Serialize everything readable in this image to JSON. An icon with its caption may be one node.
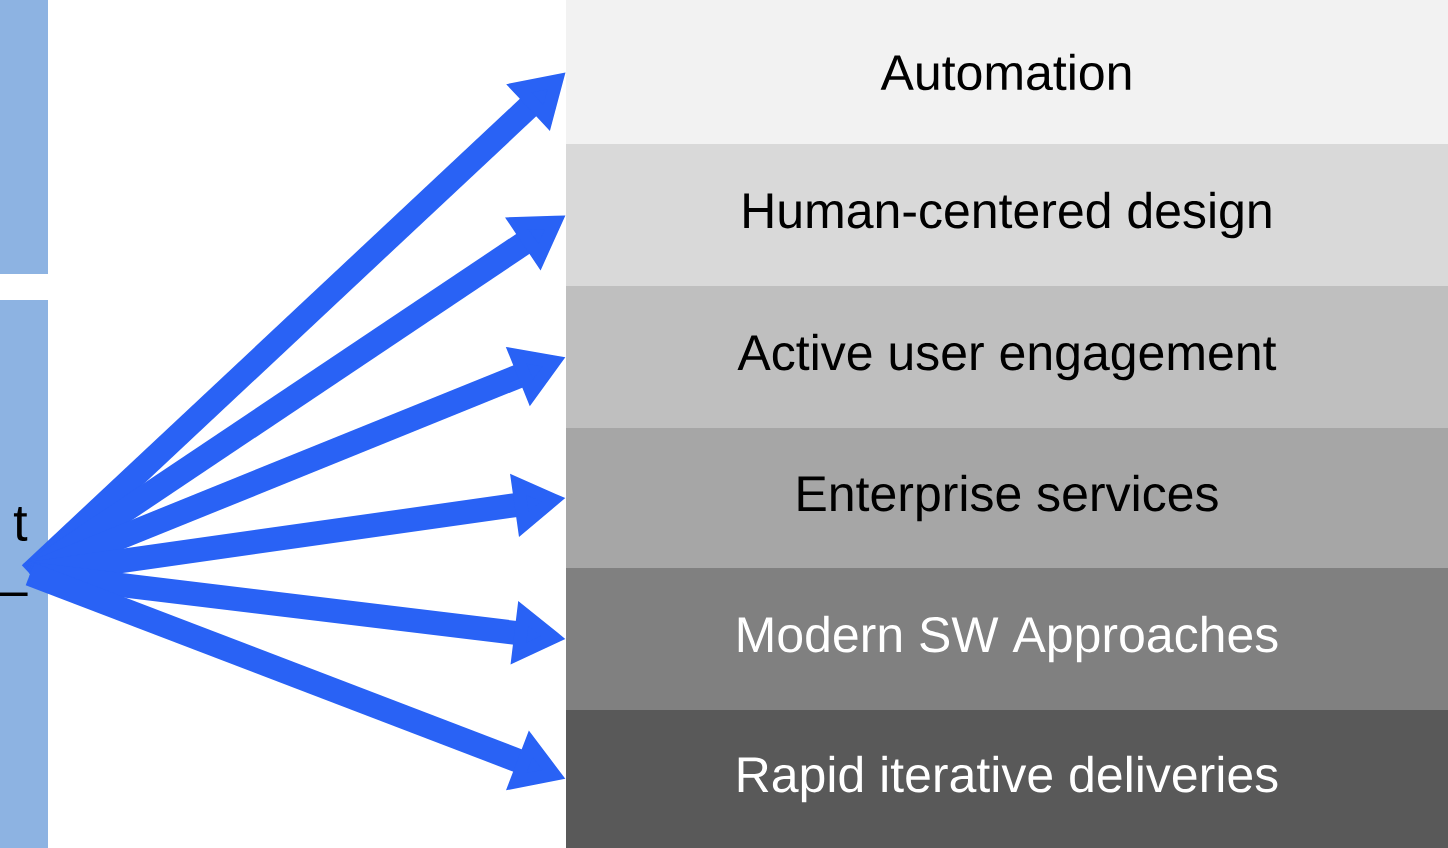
{
  "diagram": {
    "nodes": [
      {
        "text": [],
        "shape": "box"
      },
      {
        "text": [
          "t",
          "–"
        ]
      },
      {
        "text": [
          "Automation"
        ]
      },
      {
        "text": [
          "Human-centered design"
        ]
      },
      {
        "text": [
          "Active user engagement"
        ]
      },
      {
        "text": [
          "Enterprise services"
        ]
      },
      {
        "text": [
          "Modern SW Approaches"
        ]
      },
      {
        "text": [
          "Rapid iterative deliveries"
        ]
      }
    ],
    "edges": [
      {
        "from": 1,
        "to": 2,
        "arrow": "to"
      },
      {
        "from": 1,
        "to": 3,
        "arrow": "to"
      },
      {
        "from": 1,
        "to": 4,
        "arrow": "to"
      },
      {
        "from": 1,
        "to": 5,
        "arrow": "to"
      },
      {
        "from": 1,
        "to": 6,
        "arrow": "to"
      },
      {
        "from": 1,
        "to": 7,
        "arrow": "to"
      }
    ]
  }
}
